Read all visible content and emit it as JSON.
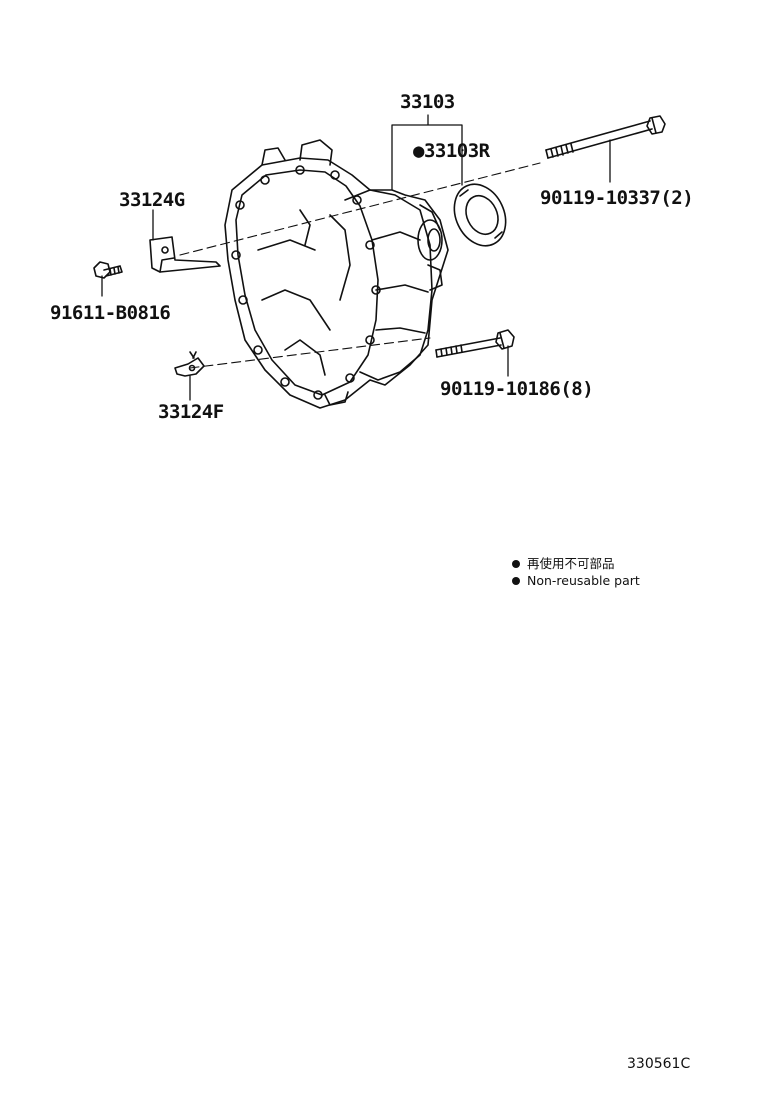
{
  "parts": {
    "case_assembly": "33103",
    "oil_seal": "●33103R",
    "bolt_long": "90119-10337(2)",
    "bracket_g": "33124G",
    "bolt_small": "91611-B0816",
    "bolt_medium": "90119-10186(8)",
    "bracket_f": "33124F"
  },
  "legend": {
    "japanese": "再使用不可部品",
    "english": "Non-reusable part"
  },
  "diagram_code": "330561C"
}
